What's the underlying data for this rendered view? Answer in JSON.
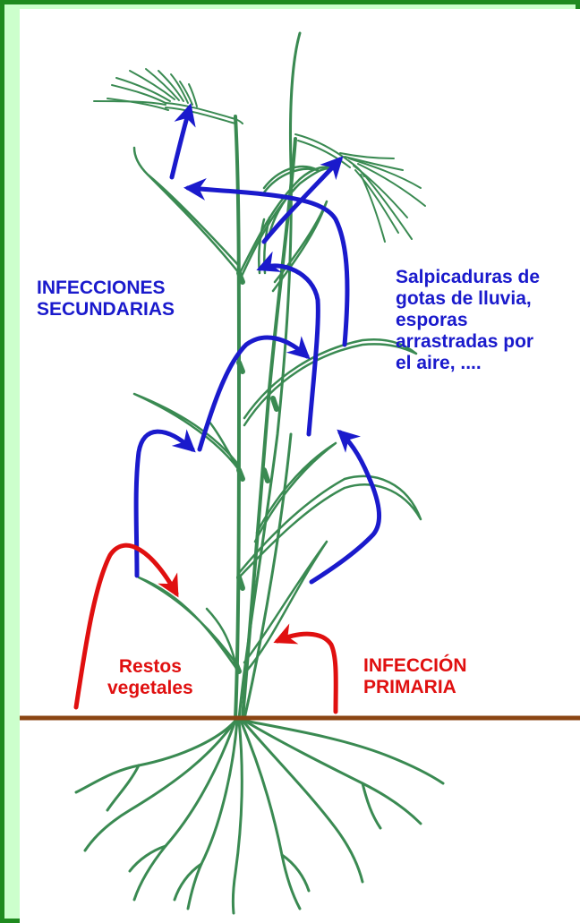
{
  "labels": {
    "secondary": "INFECCIONES\nSECUNDARIAS",
    "rain": "Salpicaduras de\ngotas de lluvia,\nesporas\narrastradas por\nel aire, ....",
    "residues": "Restos\nvegetales",
    "primary": "INFECCIÓN\nPRIMARIA"
  },
  "colors": {
    "frame": "#1f8a1f",
    "frame_bg": "#ccffcc",
    "plant": "#3a8a52",
    "secondary": "#1a1acc",
    "primary": "#e01010",
    "soil": "#8b4513"
  }
}
